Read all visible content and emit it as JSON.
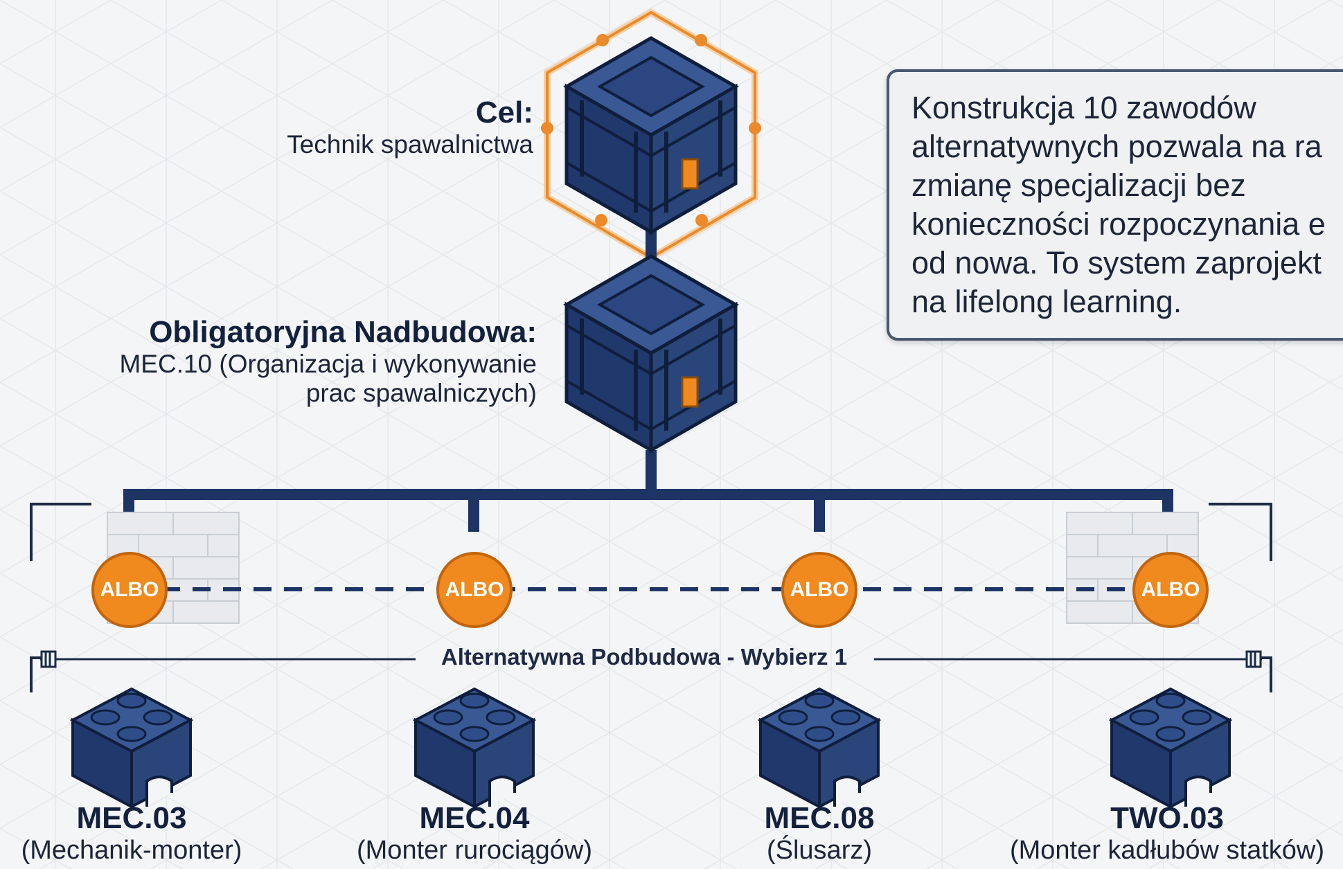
{
  "goal": {
    "heading": "Cel:",
    "name": "Technik spawalnictwa"
  },
  "mandatory": {
    "heading": "Obligatoryjna Nadbudowa:",
    "line1": "MEC.10 (Organizacja i wykonywanie",
    "line2": "prac spawalniczych)"
  },
  "info_box": {
    "text": "Konstrukcja 10 zawodów\nalternatywnych pozwala na ra\nzmianę specjalizacji bez\nkonieczności rozpoczynania e\nod nowa. To system zaprojekt\nna lifelong learning."
  },
  "connector_label": "ALBO",
  "alternative_label": "Alternatywna Podbudowa - Wybierz 1",
  "options": [
    {
      "code": "MEC.03",
      "name": "(Mechanik-monter)"
    },
    {
      "code": "MEC.04",
      "name": "(Monter rurociągów)"
    },
    {
      "code": "MEC.08",
      "name": "(Ślusarz)"
    },
    {
      "code": "TWO.03",
      "name": "(Monter kadłubów statków)"
    }
  ],
  "colors": {
    "navy": "#1d3464",
    "orange": "#f0891e",
    "background": "#f4f5f6"
  }
}
